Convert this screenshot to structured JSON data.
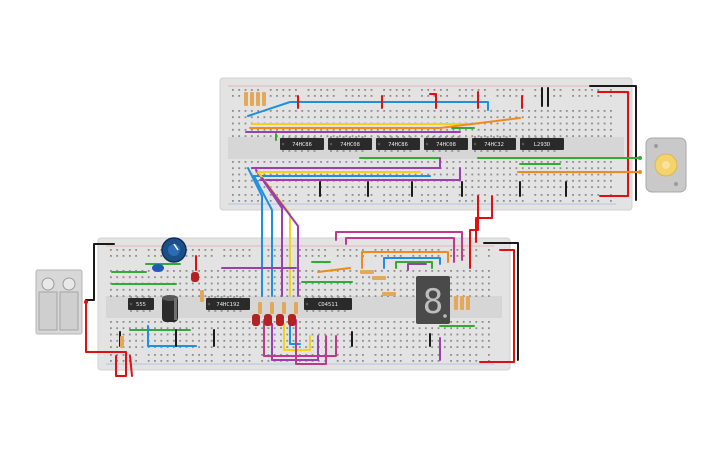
{
  "chips_top": [
    {
      "label": "74HC86"
    },
    {
      "label": "74HC08"
    },
    {
      "label": "74HC86"
    },
    {
      "label": "74HC08"
    },
    {
      "label": "74HC32"
    },
    {
      "label": "L293D"
    }
  ],
  "chips_bottom": [
    {
      "label": "555"
    },
    {
      "label": "74HC192"
    },
    {
      "label": "CD4511"
    }
  ],
  "display": {
    "digit": "8"
  },
  "colors": {
    "board": "#e3e3e3",
    "wire_red": "#e01010",
    "wire_black": "#1a1a1a",
    "wire_blue": "#1e90e0",
    "wire_yellow": "#f2d21b",
    "wire_orange": "#f08a1a",
    "wire_green": "#33aa33",
    "wire_purple": "#9b3fb0",
    "wire_magenta": "#c03a8a",
    "chip": "#2a2a2a",
    "led_red": "#b22222",
    "motor": "#c9c9c9",
    "motor_shaft": "#f3d36a"
  }
}
